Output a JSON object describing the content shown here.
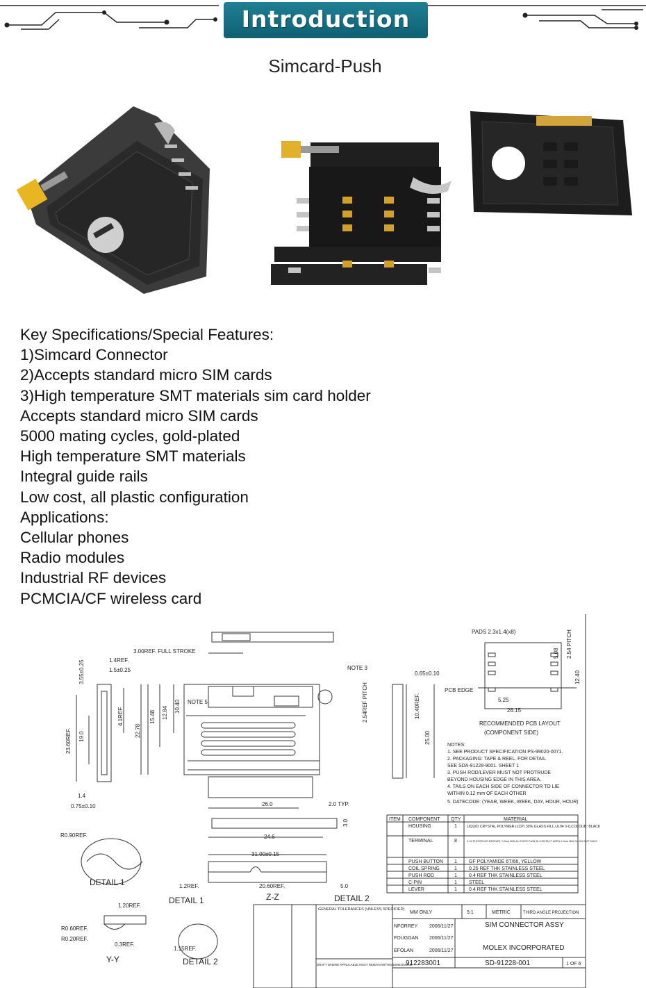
{
  "header": {
    "title": "Introduction"
  },
  "product": {
    "name": "Simcard-Push"
  },
  "images": [
    {
      "name": "sim-connector-photo-angled"
    },
    {
      "name": "sim-connector-photo-top"
    },
    {
      "name": "sim-tray-photo"
    }
  ],
  "specs": {
    "lines": [
      "Key Specifications/Special Features:",
      "1)Simcard Connector",
      "2)Accepts standard micro SIM cards",
      "3)High temperature SMT materials sim card holder",
      "Accepts standard micro SIM cards",
      "5000 mating cycles, gold-plated",
      "High temperature SMT materials",
      "Integral guide rails",
      "Low cost, all plastic configuration",
      "Applications:",
      "Cellular phones",
      "Radio modules",
      "Industrial RF devices",
      "PCMCIA/CF wireless card"
    ]
  },
  "drawing": {
    "labels": {
      "full_stroke": "3.00REF. FULL STROKE",
      "note3": "NOTE 3",
      "note5": "NOTE 5",
      "pads": "PADS 2.3x1.4(x8)",
      "pcb_edge": "PCB EDGE",
      "pcb_layout_1": "RECOMMENDED PCB LAYOUT",
      "pcb_layout_2": "(COMPONENT SIDE)",
      "detail1": "DETAIL 1",
      "detail2": "DETAIL 2",
      "zz": "Z-Z",
      "yy": "Y-Y",
      "detail1b": "DETAIL 1",
      "detail2b": "DETAIL 2",
      "title": "SIM CONNECTOR ASSY",
      "company": "MOLEX INCORPORATED",
      "drawing_no": "912283001",
      "document_no": "SD-91228-001",
      "angle": "THIRD ANGLE PROJECTION",
      "general_tol": "GENERAL TOLERANCES (UNLESS SPECIFIED)",
      "draft": "DRAFT WHERE APPLICABLE MUST REMAIN WITHIN DIMENSIONS",
      "dimension_style": "MM ONLY",
      "units": "METRIC",
      "scale": "5:1",
      "sheet": "1 OF 6",
      "date1": "2006/11/27",
      "date2": "2006/11/27",
      "date3": "2006/11/27",
      "drawn_by": "NFORREY",
      "checked_by": "FOUGGAN",
      "approved_by": "EFOLAN"
    },
    "dims": {
      "d1": "1.4REF.",
      "d2": "1.5±0.25",
      "d3": "3.55±0.25",
      "d4": "23.60REF.",
      "d5": "19.0",
      "d6": "4.1REF.",
      "d7": "1.4",
      "d8": "0.75±0.10",
      "d9": "22.78",
      "d10": "15.48",
      "d11": "12.84",
      "d12": "10.40",
      "d13": "26.0",
      "d14": "2.0 TYP.",
      "d15": "24.6",
      "d16": "31.00±0.15",
      "d17": "20.60REF.",
      "d18": "5.0",
      "d19": "1.2REF.",
      "d20": "3.0",
      "d21": "0.65±0.10",
      "d22": "10.40REF.",
      "d23": "25.00",
      "d24": "5.25",
      "d25": "26.15",
      "d26": "5.08",
      "d27": "2.54 PITCH",
      "d28": "12.40",
      "d29": "R0.90REF.",
      "d30": "1.20REF.",
      "d31": "R0.60REF.",
      "d32": "R0.20REF.",
      "d33": "0.3REF.",
      "d34": "1.15REF.",
      "d35": "2.54REF PITCH"
    },
    "notes": [
      "NOTES:",
      "1. SEE PRODUCT SPECIFICATION PS-99020-0071.",
      "2. PACKAGING: TAPE & REEL. FOR DETAIL",
      "   SEE SDA-91228-9001. SHEET 1",
      "3. PUSH ROD/LEVER MUST NOT PROTRUDE",
      "   BEYOND HOUSING EDGE IN THIS AREA.",
      "4. TAILS ON EACH SIDE OF CONNECTOR TO LIE",
      "   WITHIN 0.12 mm OF EACH OTHER",
      "5. DATECODE: (YEAR, WEEK, WEEK, DAY, HOUR, HOUR)"
    ],
    "bom_header": [
      "ITEM",
      "COMPONENT",
      "QTY",
      "MATERIAL"
    ],
    "bom": [
      [
        "",
        "HOUSING",
        "1",
        "LIQUID CRYSTAL POLYMER (LCP) 30% GLASS FILL,UL94 V-0,COLOUR: BLACK"
      ],
      [
        "",
        "TERMINAL",
        "8",
        "0.15 PHOSPHOR BRONZE, 0.9um MIN AU OVER Pd/Ni IN CONTACT AREA 2.5um MIN Sn ON SMT TAILS"
      ],
      [
        "",
        "PUSH BUTTON",
        "1",
        "GF POLYAMIDE 6T/66, YELLOW"
      ],
      [
        "",
        "COIL SPRING",
        "1",
        "0.25 REF THK STAINLESS STEEL"
      ],
      [
        "",
        "PUSH ROD",
        "1",
        "0.4 REF THK STAINLESS STEEL"
      ],
      [
        "",
        "C-PIN",
        "1",
        "STEEL"
      ],
      [
        "",
        "LEVER",
        "1",
        "0.4 REF THK STAINLESS STEEL"
      ]
    ]
  }
}
